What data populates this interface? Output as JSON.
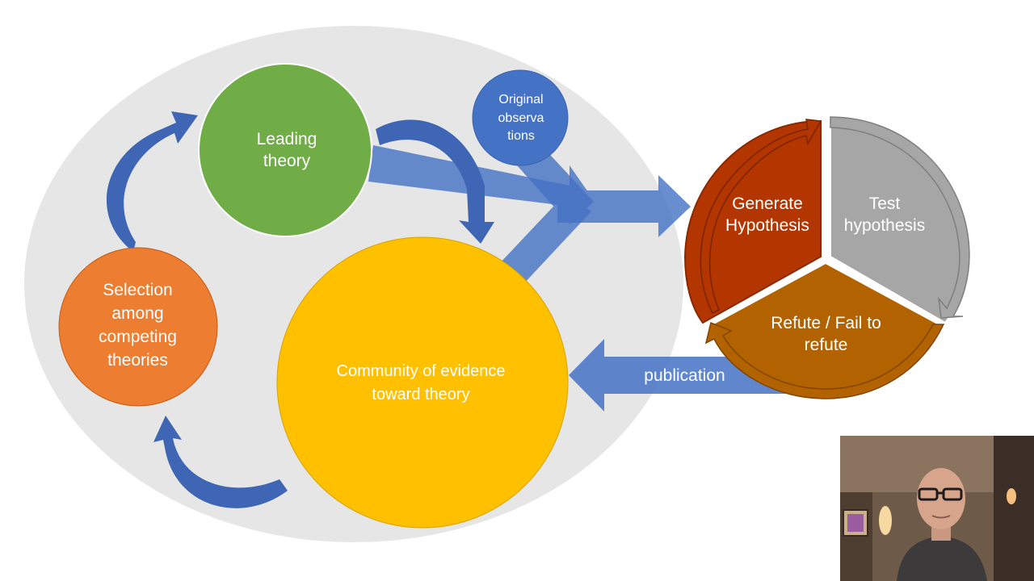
{
  "diagram": {
    "nodes": {
      "leading_theory": "Leading\ntheory",
      "original_observations": "Original\nobserva\ntions",
      "selection": "Selection\namong\ncompeting\ntheories",
      "community": "Community of evidence\ntoward theory",
      "generate_hypothesis": "Generate\nHypothesis",
      "test_hypothesis": "Test\nhypothesis",
      "refute": "Refute / Fail to\nrefute"
    },
    "arrows": {
      "publication": "publication"
    },
    "colors": {
      "background_ellipse": "#e6e6e6",
      "leading_theory": "#70ad47",
      "original_observations": "#4472c4",
      "selection": "#ed7d31",
      "community": "#ffc000",
      "generate_hypothesis": "#b33600",
      "test_hypothesis": "#a6a6a6",
      "refute": "#b36200",
      "arrow_blue": "#4472c4"
    }
  },
  "webcam": {
    "description_icon": "presenter-video-icon"
  }
}
